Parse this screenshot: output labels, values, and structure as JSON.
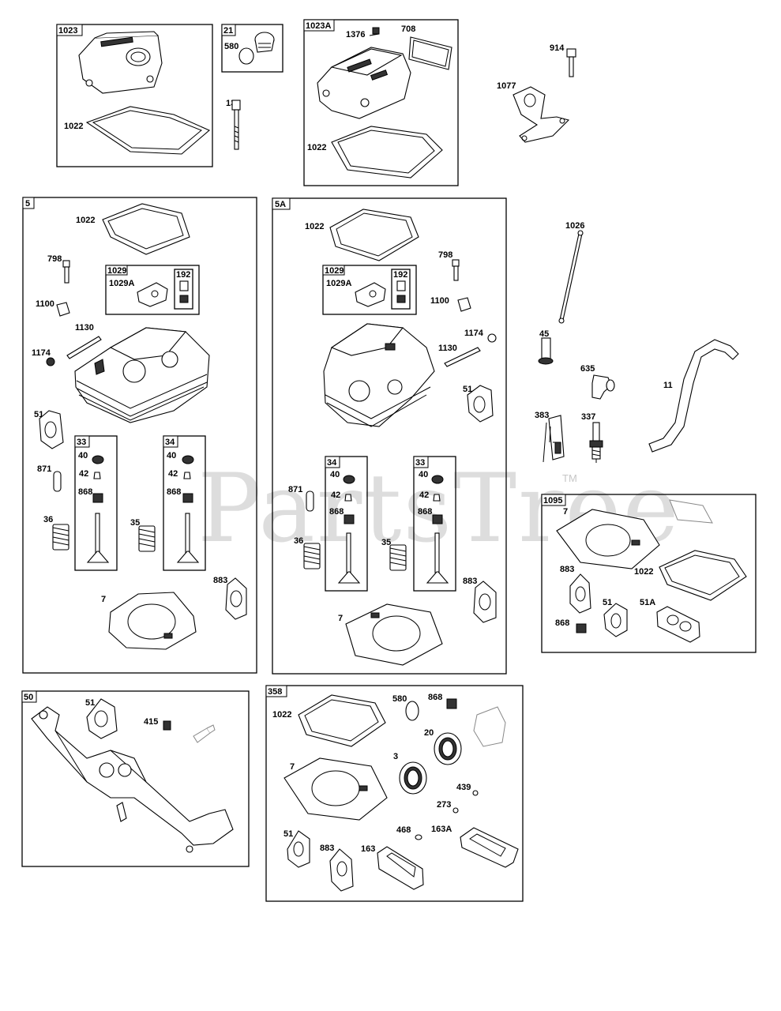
{
  "watermark": {
    "brand": "PartsTree",
    "trademark": "TM"
  },
  "groups": {
    "g1023": {
      "tag": "1023",
      "parts": {
        "cover": "",
        "gasket": "1022"
      }
    },
    "g21": {
      "tag": "21",
      "parts": {
        "oring": "580"
      }
    },
    "bolt13": "13",
    "g1023A": {
      "tag": "1023A",
      "parts": {
        "screw": "1376",
        "seal": "708",
        "gasket": "1022"
      }
    },
    "bolt914": "914",
    "bracket1077": "1077",
    "g5": {
      "tag": "5",
      "parts": {
        "gasket": "1022",
        "stud": "798",
        "g1029": "1029",
        "rocker": "1029A",
        "g192": "192",
        "guide": "1100",
        "pushrod_tube": "1130",
        "nut": "1174",
        "gasket51": "51",
        "pin": "871",
        "spring36": "36",
        "spring35": "35",
        "g33": "33",
        "g34": "34",
        "v40a": "40",
        "v42a": "42",
        "v868a": "868",
        "v40b": "40",
        "v42b": "42",
        "v868b": "868",
        "headgasket": "7",
        "gasket883": "883"
      }
    },
    "g5A": {
      "tag": "5A",
      "parts": {
        "gasket": "1022",
        "stud": "798",
        "g1029": "1029",
        "rocker": "1029A",
        "g192": "192",
        "guide": "1100",
        "nut": "1174",
        "pushrod_tube": "1130",
        "gasket51": "51",
        "pin": "871",
        "spring36": "36",
        "spring35": "35",
        "g34": "34",
        "g33": "33",
        "v40a": "40",
        "v42a": "42",
        "v868a": "868",
        "v40b": "40",
        "v42b": "42",
        "v868b": "868",
        "headgasket": "7",
        "gasket883": "883"
      }
    },
    "right": {
      "pushrod": "1026",
      "tappet": "45",
      "boot": "635",
      "hose": "11",
      "module": "383",
      "plug": "337"
    },
    "g1095": {
      "tag": "1095",
      "parts": {
        "headgasket": "7",
        "gasket883": "883",
        "gasket1022": "1022",
        "gasket51": "51",
        "gasket51A": "51A",
        "seal868": "868"
      }
    },
    "g50": {
      "tag": "50",
      "parts": {
        "gasket51": "51",
        "fitting": "415"
      }
    },
    "g358": {
      "tag": "358",
      "parts": {
        "gasket1022": "1022",
        "oring580": "580",
        "seal868": "868",
        "seal20": "20",
        "seal3": "3",
        "headgasket": "7",
        "oring439": "439",
        "oring273": "273",
        "oring468": "468",
        "gasket163A": "163A",
        "gasket51": "51",
        "gasket883": "883",
        "gasket163": "163"
      }
    }
  }
}
